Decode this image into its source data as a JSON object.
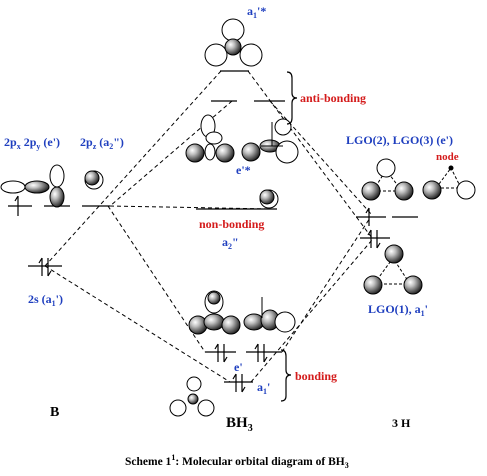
{
  "colors": {
    "blue": "#1f3fbf",
    "red": "#d41b1b",
    "black": "#000000"
  },
  "atom_labels": {
    "left": "B",
    "center": "BH",
    "center_sub": "3",
    "right": "3 H"
  },
  "orbital_labels": {
    "boron_p_xy_pre": "2p",
    "boron_p_xy_x": "x",
    "boron_p_xy_mid": " 2p",
    "boron_p_xy_y": "y",
    "boron_p_xy_post": " (e')",
    "boron_pz_pre": "2p",
    "boron_pz_sub": "z",
    "boron_pz_post": " (a",
    "boron_pz_sub2": "2",
    "boron_pz_end": "\")",
    "boron_s_pre": "2s (a",
    "boron_s_sub": "1",
    "boron_s_end": "')",
    "a1_star_pre": "a",
    "a1_star_sub": "1",
    "a1_star_end": "'*",
    "e_star": "e'*",
    "a2_pre": "a",
    "a2_sub": "2",
    "a2_end": "\"",
    "e_prime": "e'",
    "a1_prime_pre": "a",
    "a1_prime_sub": "1",
    "a1_prime_end": "'",
    "lgo_upper": "LGO(2), LGO(3) (e')",
    "lgo_lower_pre": "LGO(1), a",
    "lgo_lower_sub": "1",
    "lgo_lower_end": "'"
  },
  "region_labels": {
    "anti_bonding": "anti-bonding",
    "non_bonding": "non-bonding",
    "bonding": "bonding",
    "node": "node"
  },
  "caption": {
    "pre": "Scheme 1",
    "sup": "1",
    "post": ": Molecular orbital diagram of BH",
    "sub": "3"
  }
}
